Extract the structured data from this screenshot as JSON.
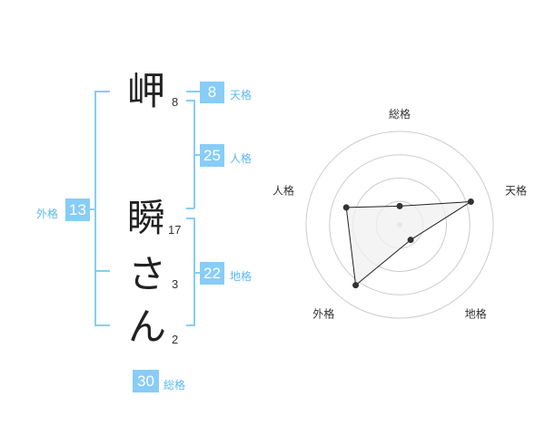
{
  "name_chars": [
    {
      "char": "岬",
      "strokes": "8"
    },
    {
      "char": "瞬",
      "strokes": "17"
    },
    {
      "char": "さ",
      "strokes": "3"
    },
    {
      "char": "ん",
      "strokes": "2"
    }
  ],
  "fortune": {
    "tenkaku": {
      "value": "8",
      "label": "天格"
    },
    "jinkaku": {
      "value": "25",
      "label": "人格"
    },
    "chikaku": {
      "value": "22",
      "label": "地格"
    },
    "gaikaku": {
      "value": "13",
      "label": "外格"
    },
    "soukaku": {
      "value": "30",
      "label": "総格"
    }
  },
  "colors": {
    "accent": "#87cdf7",
    "label": "#5db8ef",
    "ring": "#cccccc",
    "fill": "#f0f0f0",
    "line": "#222222"
  },
  "chart_data": {
    "type": "radar",
    "axes": [
      "総格",
      "天格",
      "地格",
      "外格",
      "人格"
    ],
    "values": [
      1,
      4,
      1,
      4,
      3
    ],
    "rmax": 5,
    "rings": 4,
    "grid": true
  }
}
